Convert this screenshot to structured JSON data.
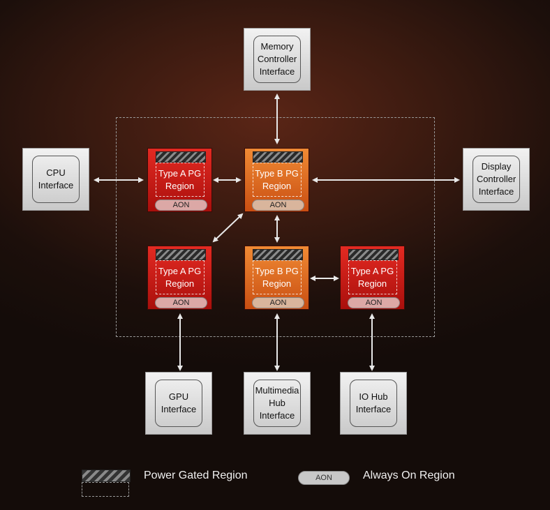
{
  "interfaces": {
    "memory": "Memory\nController\nInterface",
    "cpu": "CPU\nInterface",
    "display": "Display\nController\nInterface",
    "gpu": "GPU\nInterface",
    "multimedia": "Multimedia\nHub\nInterface",
    "iohub": "IO Hub\nInterface"
  },
  "regions": {
    "a_top": {
      "label": "Type A PG\nRegion",
      "aon": "AON"
    },
    "b_top": {
      "label": "Type B PG\nRegion",
      "aon": "AON"
    },
    "a_bottom_left": {
      "label": "Type A PG\nRegion",
      "aon": "AON"
    },
    "b_bottom": {
      "label": "Type B PG\nRegion",
      "aon": "AON"
    },
    "a_bottom_right": {
      "label": "Type A PG\nRegion",
      "aon": "AON"
    }
  },
  "legend": {
    "power_gated": "Power Gated Region",
    "aon_badge": "AON",
    "always_on": "Always On Region"
  },
  "colors": {
    "type_a": "#d41e19",
    "type_b": "#e06a24",
    "arrow": "#e8e8e8"
  }
}
